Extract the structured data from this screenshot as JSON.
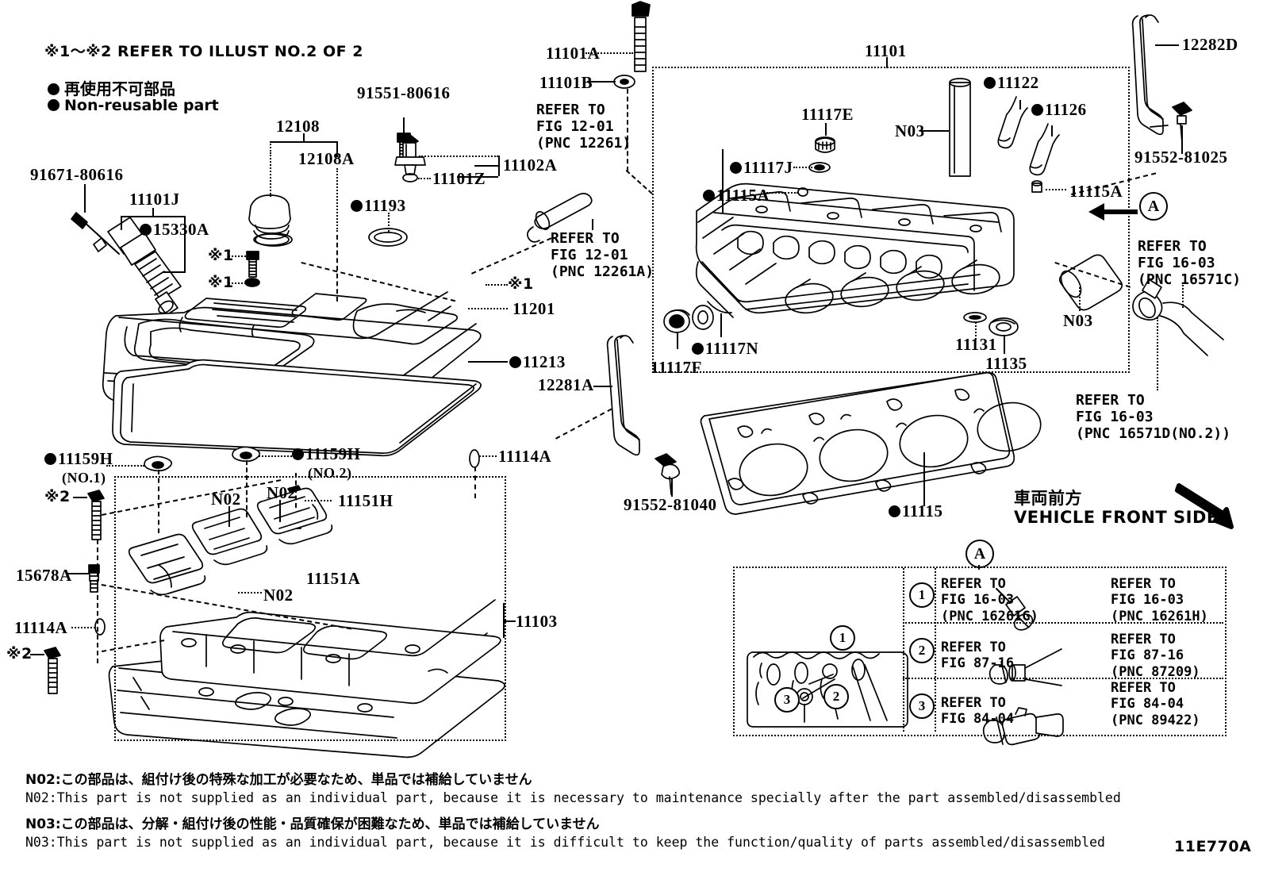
{
  "diagram": {
    "code": "11E770A",
    "legend": {
      "refer_note": "※1～※2  REFER TO ILLUST NO.2 OF 2",
      "nonreusable_jp": "再使用不可部品",
      "nonreusable_en": "Non-reusable part"
    },
    "vehicle_front": {
      "jp": "車両前方",
      "en": "VEHICLE FRONT SIDE"
    }
  },
  "callouts": {
    "c91671_80616": "91671-80616",
    "c11101J": "11101J",
    "c15330A": "15330A",
    "c12108": "12108",
    "c12108A": "12108A",
    "c91551_80616": "91551-80616",
    "c11101Z": "11101Z",
    "c11102A": "11102A",
    "c11193": "11193",
    "c11201": "11201",
    "c11213": "11213",
    "c11101A": "11101A",
    "c11101B": "11101B",
    "c11101": "11101",
    "c11117E": "11117E",
    "c11117J": "11117J",
    "c11115A_left": "11115A",
    "c11115A_right": "11115A",
    "c11122": "11122",
    "c11126": "11126",
    "c12282D": "12282D",
    "c91552_81025": "91552-81025",
    "cN03_pipe": "N03",
    "cN03_right": "N03",
    "c11117N": "11117N",
    "c11117F": "11117F",
    "c11131": "11131",
    "c11135": "11135",
    "c12281A": "12281A",
    "c91552_81040": "91552-81040",
    "c11115": "11115",
    "c11159H_1": "11159H",
    "c11159H_1_sub": "(NO.1)",
    "c11159H_2": "11159H",
    "c11159H_2_sub": "(NO.2)",
    "c11114A_top": "11114A",
    "c11114A_left": "11114A",
    "c11151H": "11151H",
    "c11151A": "11151A",
    "c11103": "11103",
    "c15678A": "15678A",
    "cN02_a": "N02",
    "cN02_b": "N02",
    "cN02_c": "N02",
    "star1_a": "※1",
    "star1_b": "※1",
    "star1_c": "※1",
    "star1_d": "※1",
    "star2_a": "※2",
    "star2_b": "※2",
    "markerA_top": "A",
    "markerA_bottom": "A"
  },
  "refer_boxes": {
    "fig12_01_12261": "REFER TO\nFIG 12-01\n(PNC 12261)",
    "fig12_01_12261A": "REFER TO\nFIG 12-01\n(PNC 12261A)",
    "fig16_03_16571C": "REFER TO\nFIG 16-03\n(PNC 16571C)",
    "fig16_03_16571D": "REFER TO\nFIG 16-03\n(PNC 16571D(NO.2))"
  },
  "detail_table": {
    "rows": [
      {
        "index": "1",
        "left": "REFER TO\nFIG 16-03\n(PNC 16261G)",
        "right": "REFER TO\nFIG 16-03\n(PNC 16261H)"
      },
      {
        "index": "2",
        "left": "REFER TO\nFIG 87-16",
        "right": "REFER TO\nFIG 87-16\n(PNC 87209)"
      },
      {
        "index": "3",
        "left": "REFER TO\nFIG 84-04",
        "right": "REFER TO\nFIG 84-04\n(PNC 89422)"
      }
    ],
    "key_markers": [
      "1",
      "2",
      "3"
    ]
  },
  "footnotes": [
    "N02:この部品は、組付け後の特殊な加工が必要なため、単品では補給していません",
    "N02:This part is not supplied as an individual part, because it is necessary to maintenance specially after the part assembled/disassembled",
    "N03:この部品は、分解・組付け後の性能・品質確保が困難なため、単品では補給していません",
    "N03:This part is not supplied as an individual part, because it is difficult to keep the function/quality of parts assembled/disassembled"
  ]
}
